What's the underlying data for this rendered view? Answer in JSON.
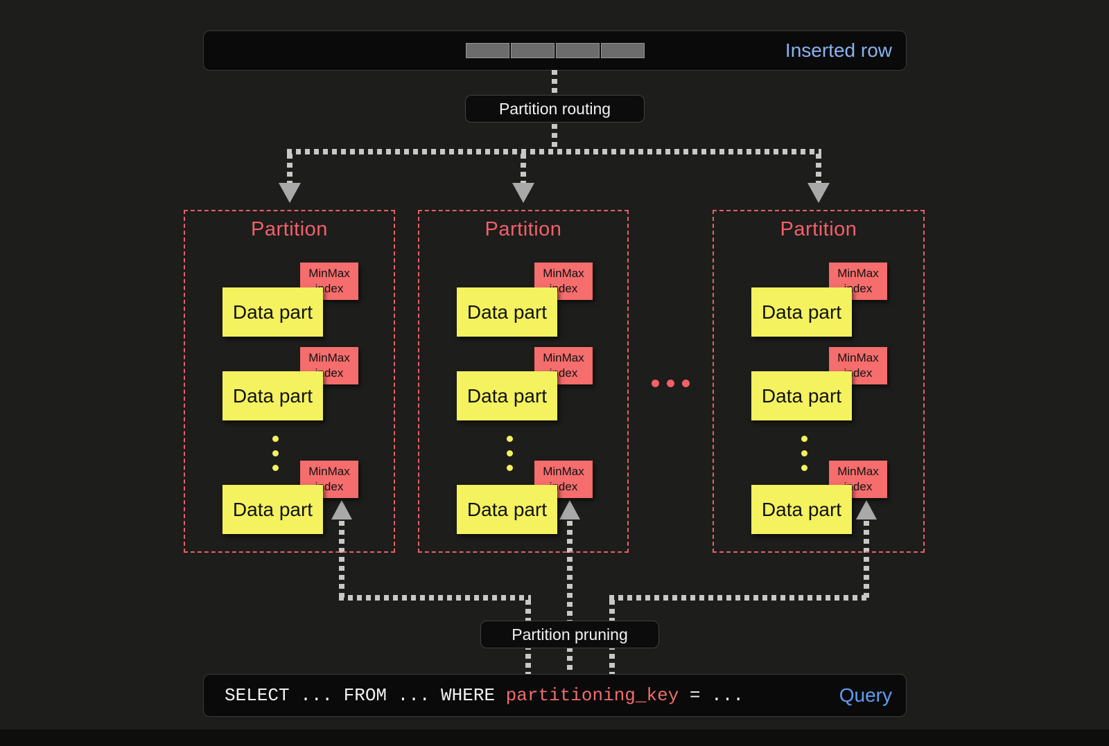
{
  "colors": {
    "background": "#1d1d1b",
    "panel": "#0a0a0a",
    "panel_border": "#3a3a3a",
    "accent_red": "#f2606a",
    "badge_red": "#f56d6d",
    "part_yellow": "#f4f25f",
    "blue_inserted": "#8ab3ef",
    "blue_query": "#609df0",
    "line_gray": "#c8c8c8",
    "arrow_gray": "#a9a9a9",
    "bar_gray": "#6c6c6c"
  },
  "inserted_row": {
    "label": "Inserted row",
    "segment_count": 4
  },
  "labels": {
    "routing": "Partition routing",
    "pruning": "Partition pruning"
  },
  "partitions": [
    {
      "title": "Partition",
      "parts": [
        {
          "label": "Data part",
          "badge": "MinMax index"
        },
        {
          "label": "Data part",
          "badge": "MinMax index"
        },
        {
          "label": "Data part",
          "badge": "MinMax index"
        }
      ]
    },
    {
      "title": "Partition",
      "parts": [
        {
          "label": "Data part",
          "badge": "MinMax index"
        },
        {
          "label": "Data part",
          "badge": "MinMax index"
        },
        {
          "label": "Data part",
          "badge": "MinMax index"
        }
      ]
    },
    {
      "title": "Partition",
      "parts": [
        {
          "label": "Data part",
          "badge": "MinMax index"
        },
        {
          "label": "Data part",
          "badge": "MinMax index"
        },
        {
          "label": "Data part",
          "badge": "MinMax index"
        }
      ]
    }
  ],
  "query": {
    "text_before_key": "SELECT ... FROM ... WHERE ",
    "key": "partitioning_key",
    "text_after_key": " = ...",
    "label": "Query"
  }
}
